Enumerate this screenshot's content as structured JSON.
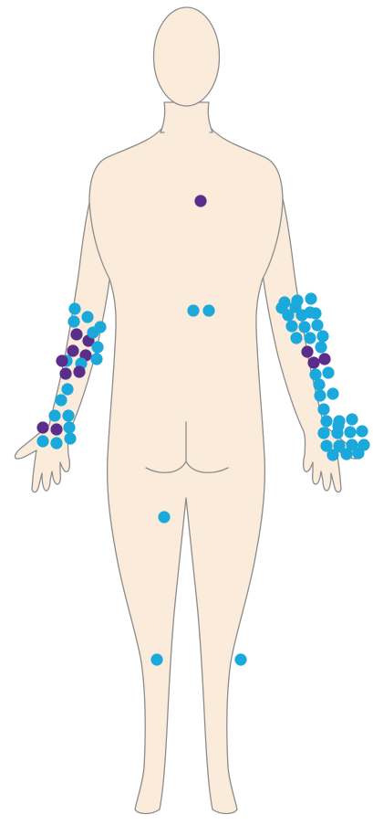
{
  "figure": {
    "view": "posterior",
    "colors": {
      "skin": "#FBEBDA",
      "outline": "#8C8C8C",
      "marker_cyan": "#1BA8DA",
      "marker_purple": "#5A2D8A"
    },
    "markers": {
      "midback": {
        "color": "purple",
        "count": 1
      },
      "lower_back": {
        "color": "cyan",
        "count": 2
      },
      "left_thigh": {
        "color": "cyan",
        "count": 1
      },
      "left_calf": {
        "color": "cyan",
        "count": 1
      },
      "right_calf": {
        "color": "cyan",
        "count": 1
      },
      "left_forearm": {
        "cyan": 11,
        "purple": 7
      },
      "left_hand": {
        "cyan": 6,
        "purple": 2
      },
      "right_forearm": {
        "cyan": 22,
        "purple": 3
      },
      "right_hand": {
        "cyan": 15,
        "purple": 0
      }
    }
  }
}
